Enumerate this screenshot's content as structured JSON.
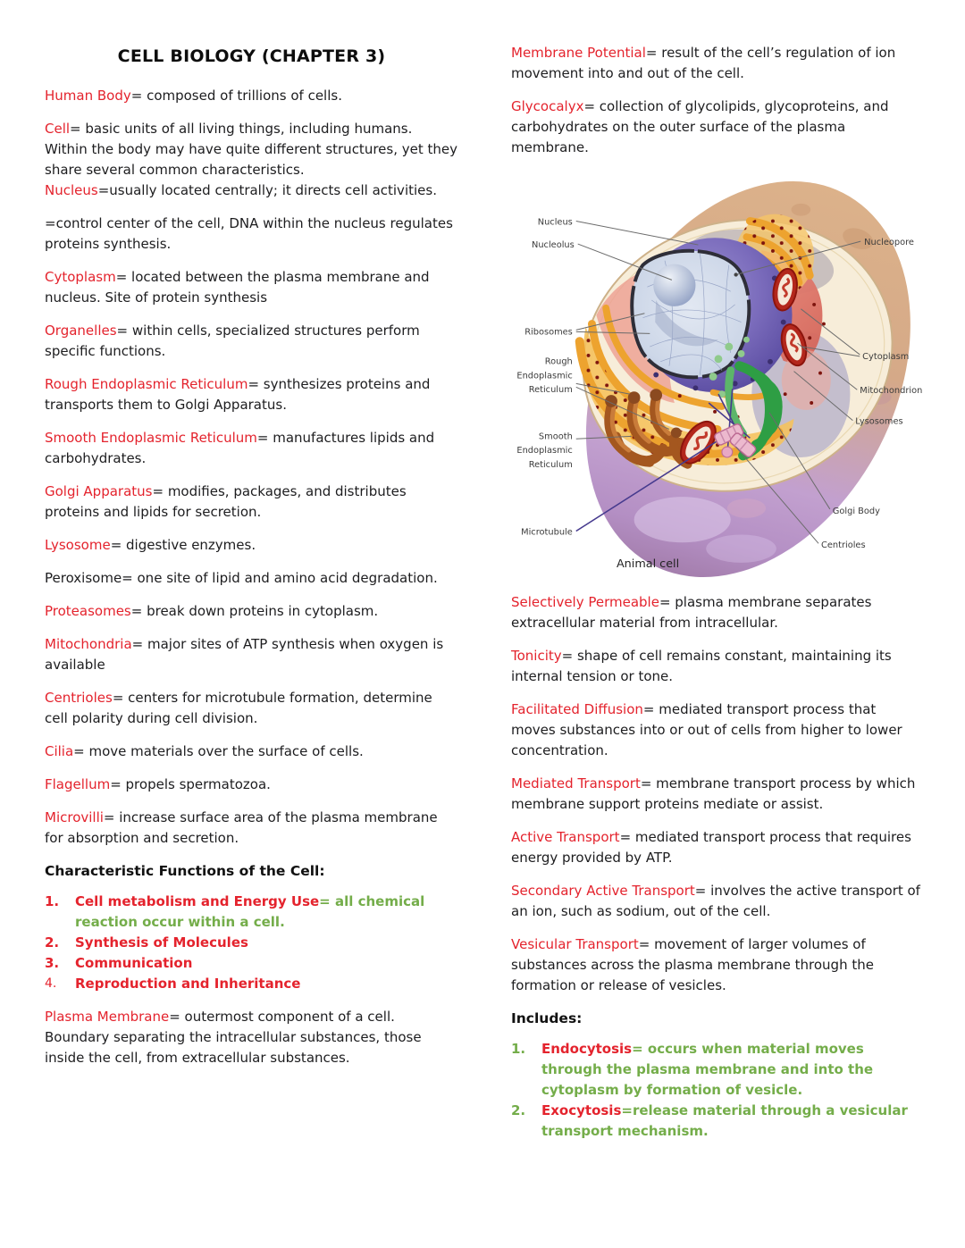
{
  "title": "CELL BIOLOGY (CHAPTER 3)",
  "colors": {
    "accent_red": "#e4232d",
    "accent_green": "#74ad4a",
    "body_text": "#1d1d1f"
  },
  "left": {
    "paras": [
      {
        "term": "Human Body",
        "rest": "= composed of trillions of cells."
      },
      {
        "term": "Cell",
        "rest": "= basic units of all living things, including humans. Within the body may have quite different structures, yet they share several common characteristics."
      },
      {
        "term": "Nucleus",
        "rest": "=usually located centrally; it directs cell activities."
      },
      {
        "term": "",
        "rest": "=control center of the cell, DNA within the nucleus regulates proteins synthesis."
      },
      {
        "term": "Cytoplasm",
        "rest": "= located between the plasma membrane and nucleus. Site of protein synthesis"
      },
      {
        "term": "Organelles",
        "rest": "= within cells, specialized structures perform specific functions."
      },
      {
        "term": "Rough Endoplasmic Reticulum",
        "rest": "= synthesizes proteins and transports them to Golgi Apparatus."
      },
      {
        "term": "Smooth Endoplasmic Reticulum",
        "rest": "= manufactures lipids and carbohydrates."
      },
      {
        "term": "Golgi Apparatus",
        "rest": "= modifies, packages, and distributes proteins and lipids for secretion."
      },
      {
        "term": "Lysosome",
        "rest": "= digestive enzymes."
      },
      {
        "term": "Peroxisome",
        "rest": "= one site of lipid and amino acid degradation."
      },
      {
        "term": "Proteasomes",
        "rest": "= break down proteins in cytoplasm."
      },
      {
        "term": "Mitochondria",
        "rest": "= major sites of ATP synthesis when oxygen is available"
      },
      {
        "term": "Centrioles",
        "rest": "= centers for microtubule formation, determine cell polarity during cell division."
      },
      {
        "term": "Cilia",
        "rest": "= move materials over the surface of cells."
      },
      {
        "term": "Flagellum",
        "rest": "= propels spermatozoa."
      },
      {
        "term": "Microvilli",
        "rest": "= increase surface area of the plasma membrane for absorption and secretion."
      }
    ],
    "functions_heading": "Characteristic Functions of the Cell:",
    "functions": [
      {
        "num": "1.",
        "label": "Cell metabolism and Energy Use",
        "rest": "= all chemical reaction occur within a cell."
      },
      {
        "num": "2.",
        "label": "Synthesis of Molecules",
        "rest": ""
      },
      {
        "num": "3.",
        "label": "Communication",
        "rest": ""
      },
      {
        "num": "4.",
        "label": "Reproduction and Inheritance",
        "rest": ""
      }
    ],
    "plasma": {
      "term": "Plasma Membrane",
      "rest": "= outermost component of a cell. Boundary separating the intracellular substances, those inside the cell, from extracellular substances."
    }
  },
  "right": {
    "paras_top": [
      {
        "term": "Membrane Potential",
        "rest": "= result of the cell’s regulation of ion movement into and out of the cell."
      },
      {
        "term": "Glycocalyx",
        "rest": "= collection of glycolipids, glycoproteins, and carbohydrates on the outer surface of the plasma membrane."
      }
    ],
    "paras_bottom": [
      {
        "term": "Selectively Permeable",
        "rest": "= plasma membrane separates extracellular material from intracellular."
      },
      {
        "term": "Tonicity",
        "rest": "= shape of cell remains constant, maintaining its internal tension or tone."
      },
      {
        "term": "Facilitated Diffusion",
        "rest": "= mediated transport process that moves substances into or out of cells from higher to lower concentration."
      },
      {
        "term": "Mediated Transport",
        "rest": "= membrane transport process by which membrane support proteins mediate or assist."
      },
      {
        "term": "Active Transport",
        "rest": "= mediated transport process that requires energy provided by ATP."
      },
      {
        "term": "Secondary Active Transport",
        "rest": "= involves the active transport of an ion, such as sodium, out of the cell."
      },
      {
        "term": "Vesicular Transport",
        "rest": "= movement of larger volumes of substances across the plasma membrane through the formation or release of vesicles."
      }
    ],
    "includes_heading": "Includes:",
    "includes": [
      {
        "num": "1.",
        "label": "Endocytosis",
        "rest": "= occurs when material moves through the plasma membrane and into the cytoplasm by formation of vesicle."
      },
      {
        "num": "2.",
        "label": "Exocytosis",
        "rest": "=release material through a vesicular transport mechanism."
      }
    ]
  },
  "diagram": {
    "caption": "Animal cell",
    "labels": {
      "nucleus": "Nucleus",
      "nucleolus": "Nucleolus",
      "nucleopore": "Nucleopore",
      "ribosomes": "Ribosomes",
      "rough_1": "Rough",
      "rough_2": "Endoplasmic",
      "rough_3": "Reticulum",
      "cytoplasm": "Cytoplasm",
      "mitochondrion": "Mitochondrion",
      "lysosomes": "Lysosomes",
      "smooth_1": "Smooth",
      "smooth_2": "Endoplasmic",
      "smooth_3": "Reticulum",
      "golgi": "Golgi Body",
      "microtubule": "Microtubule",
      "centrioles": "Centrioles"
    }
  }
}
